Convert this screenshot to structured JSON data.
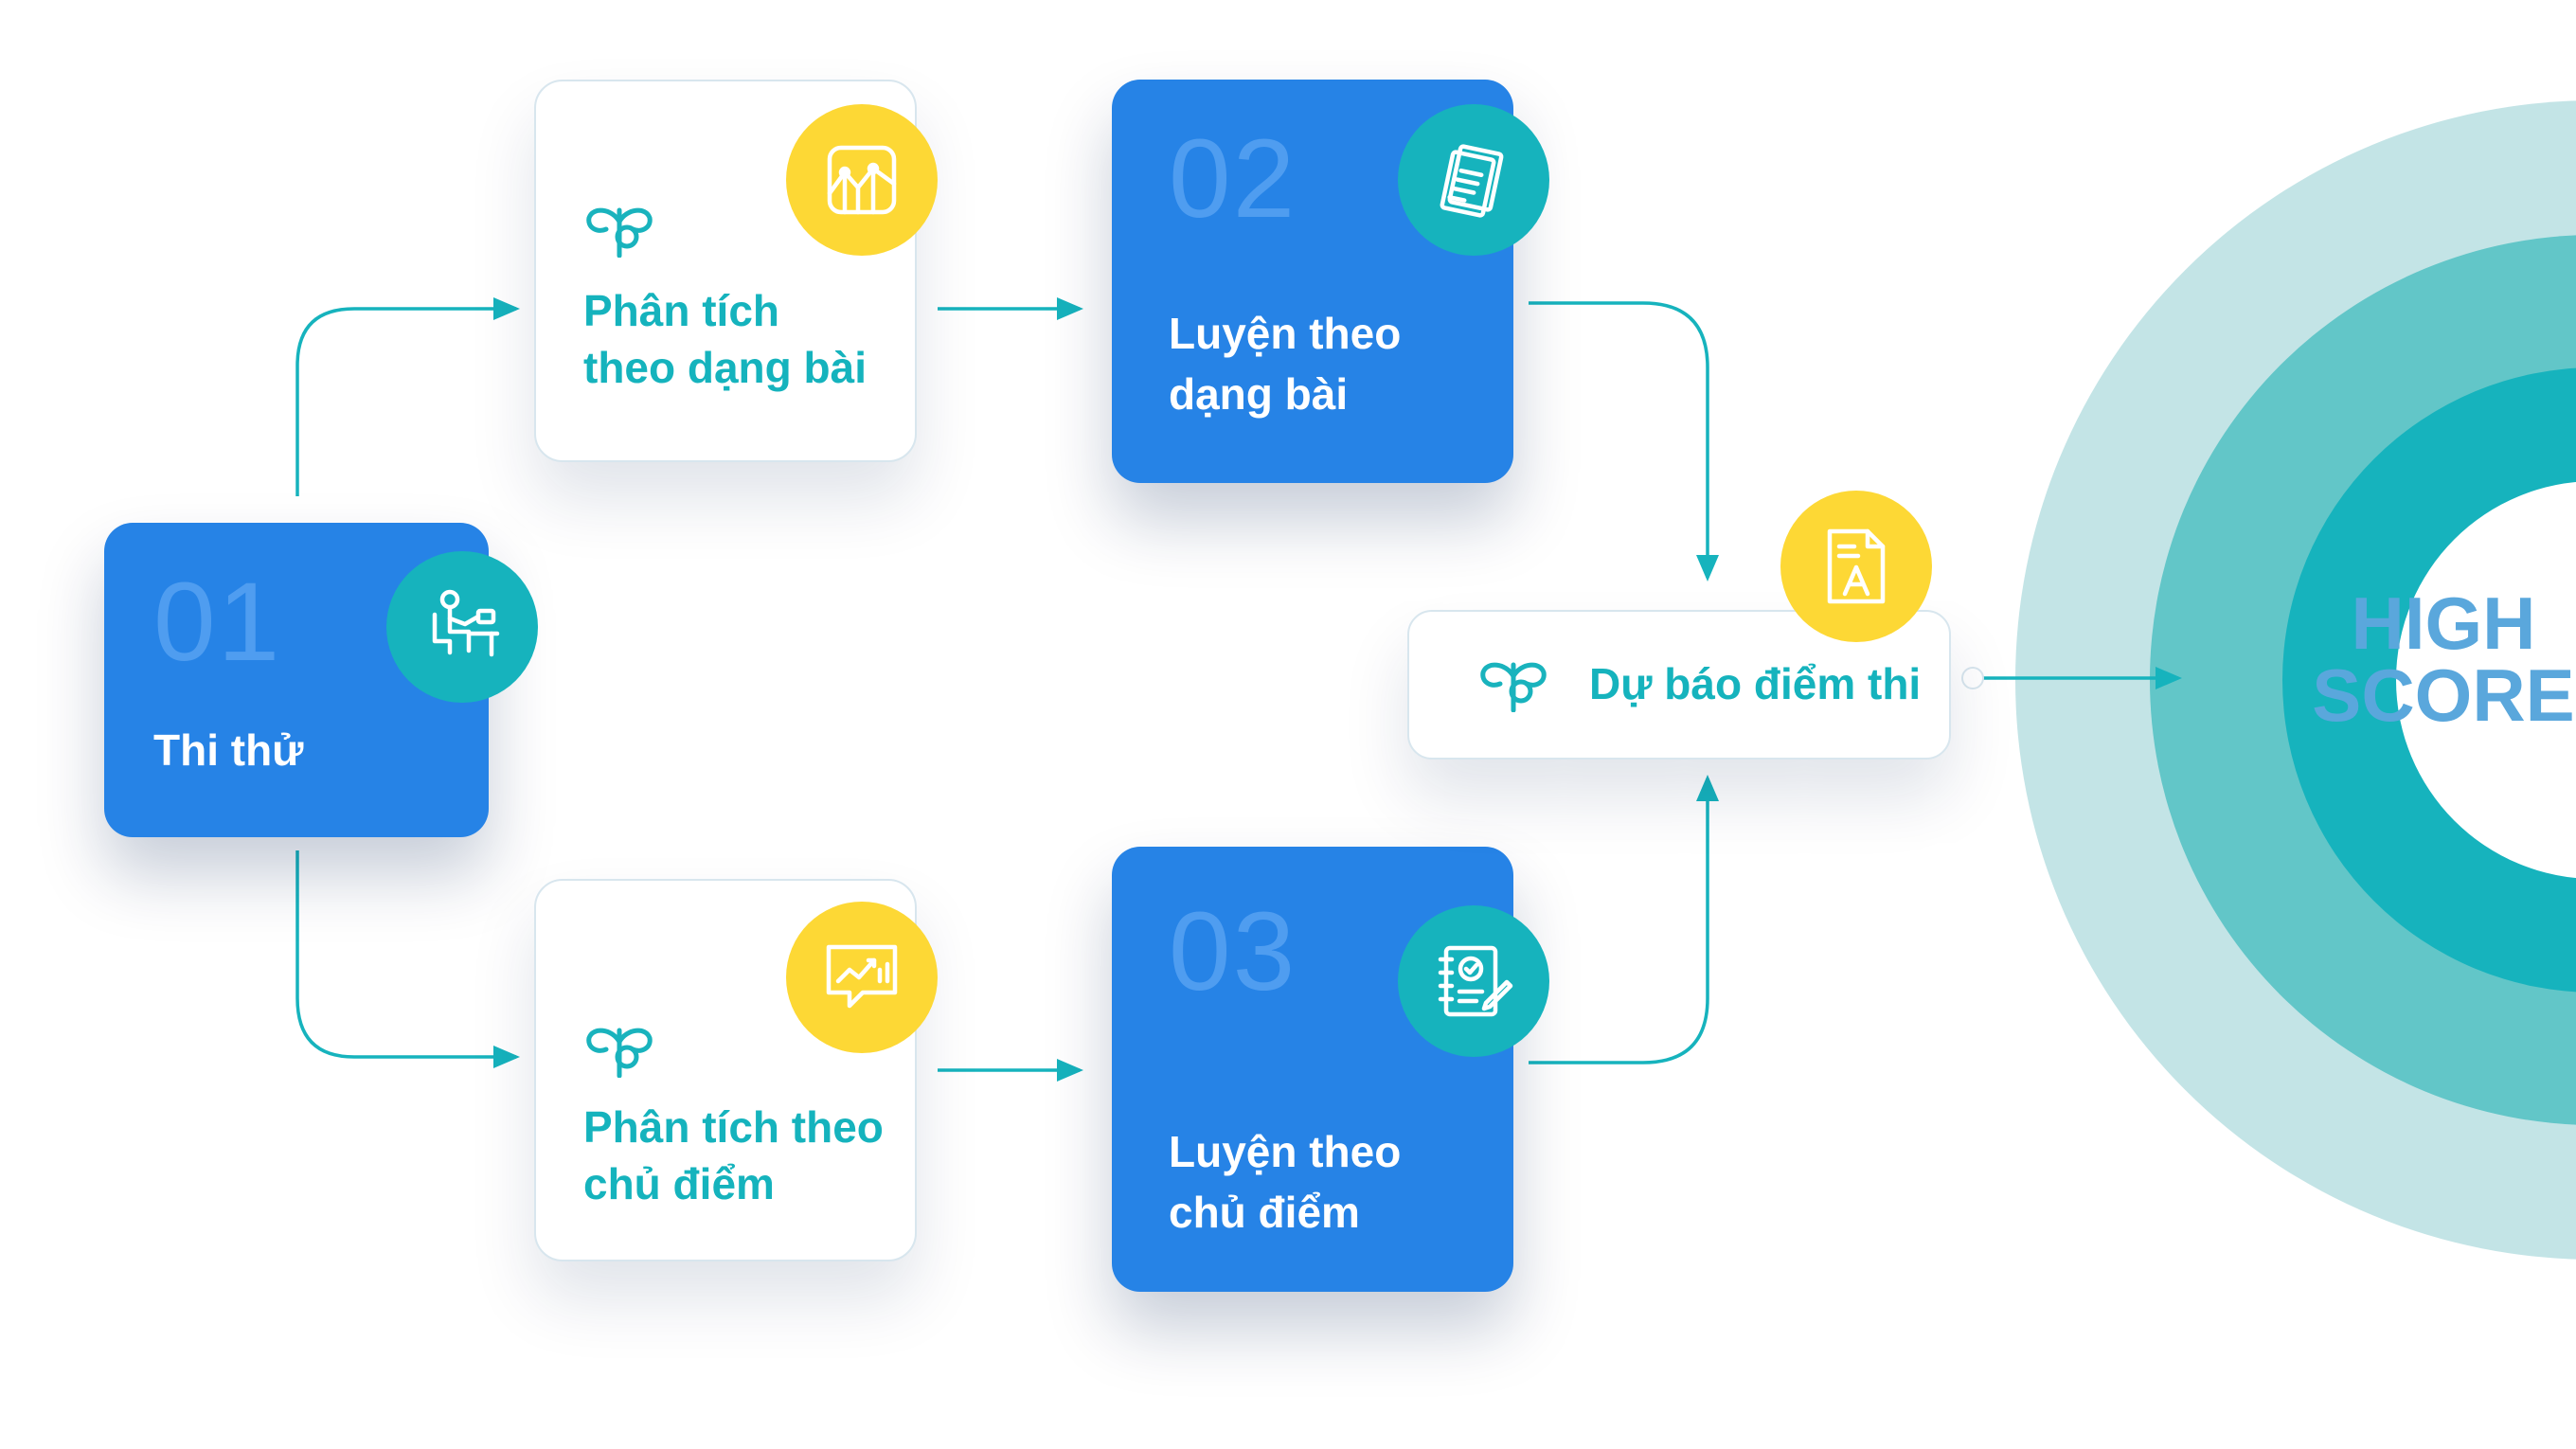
{
  "steps": {
    "s01": {
      "number": "01",
      "label": "Thi thử",
      "icon": "student-desk-icon"
    },
    "s02": {
      "number": "02",
      "label_line1": "Luyện theo",
      "label_line2": "dạng bài",
      "icon": "documents-icon"
    },
    "s03": {
      "number": "03",
      "label_line1": "Luyện theo",
      "label_line2": "chủ điểm",
      "icon": "notebook-check-icon"
    }
  },
  "analysis": {
    "type": {
      "label_line1": "Phân tích",
      "label_line2": "theo dạng bài",
      "icon": "area-chart-icon"
    },
    "topic": {
      "label_line1": "Phân tích theo",
      "label_line2": "chủ điểm",
      "icon": "chart-comment-icon"
    }
  },
  "forecast": {
    "label": "Dự báo điểm thi",
    "icon": "document-grade-a-icon"
  },
  "target": {
    "line1": "HIGH",
    "line2": "SCORE"
  },
  "colors": {
    "blue": "#2683e6",
    "teal": "#16b3bd",
    "yellow": "#fdd835",
    "ring_light": "#c3e4e6",
    "ring_mid": "#62c6c8",
    "ring_inner": "#16b3bd",
    "score_text": "#5aa7dc"
  }
}
